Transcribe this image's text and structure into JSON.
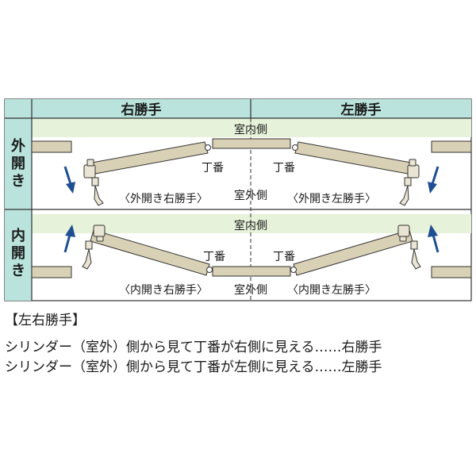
{
  "header": {
    "right_hand": "右勝手",
    "left_hand": "左勝手"
  },
  "rows": {
    "outward": {
      "label": "外開き"
    },
    "inward": {
      "label": "内開き"
    }
  },
  "labels": {
    "indoor_side": "室内側",
    "outdoor_side": "室外側",
    "hinge": "丁番",
    "outward_right": "〈外開き右勝手〉",
    "outward_left": "〈外開き左勝手〉",
    "inward_right": "〈内開き右勝手〉",
    "inward_left": "〈内開き左勝手〉"
  },
  "caption": {
    "title": "【左右勝手】",
    "line1": "シリンダー（室外）側から見て丁番が右側に見える……右勝手",
    "line2": "シリンダー（室外）側から見て丁番が左側に見える……左勝手"
  },
  "colors": {
    "header_bg": "#b9e3dc",
    "band_bg": "#e6f2d9",
    "door_fill": "#d9d1b5",
    "line": "#333333",
    "arrow": "#1f4f93"
  }
}
